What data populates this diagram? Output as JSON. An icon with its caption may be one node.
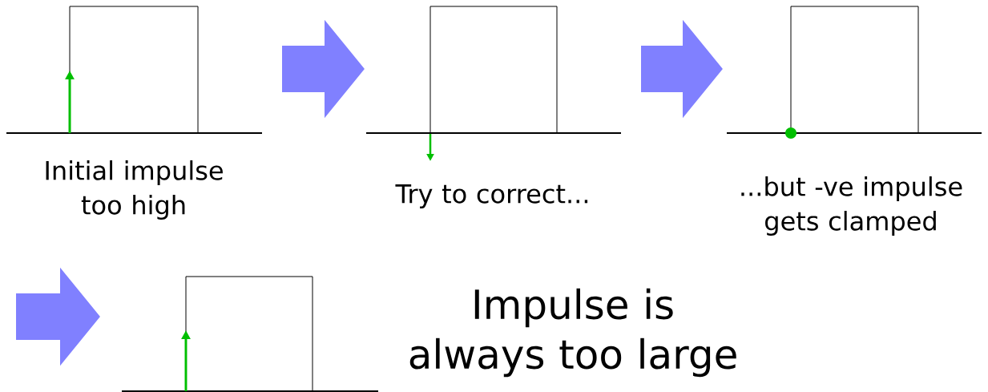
{
  "diagram": {
    "labels": [
      "Initial impulse too high",
      "Try to correct...",
      "...but -ve impulse gets clamped",
      "Impulse is always too large"
    ]
  }
}
